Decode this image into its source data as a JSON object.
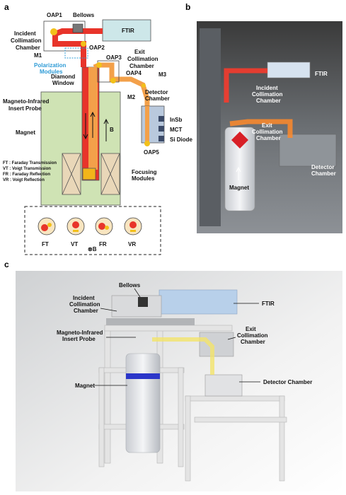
{
  "panels": {
    "a": "a",
    "b": "b",
    "c": "c"
  },
  "panel_a": {
    "oap1": "OAP1",
    "bellows": "Bellows",
    "ftir": "FTIR",
    "incident_l1": "Incident",
    "incident_l2": "Collimation",
    "incident_l3": "Chamber",
    "oap2": "OAP2",
    "m1": "M1",
    "polarization_l1": "Polarization",
    "polarization_l2": "Modules",
    "oap3": "OAP3",
    "exit_l1": "Exit",
    "exit_l2": "Collimation",
    "exit_l3": "Chamber",
    "diamond_l1": "Diamond",
    "diamond_l2": "Window",
    "oap4": "OAP4",
    "m3": "M3",
    "m2": "M2",
    "detector_l1": "Detector",
    "detector_l2": "Chamber",
    "probe_l1": "Magneto-Infrared",
    "probe_l2": "Insert Probe",
    "insb": "InSb",
    "mct": "MCT",
    "si_diode": "Si Diode",
    "b_field": "B",
    "magnet": "Magnet",
    "oap5": "OAP5",
    "legend": [
      "FT : Faraday Transmission",
      "VT : Voigt Transmission",
      "FR : Faraday Reflection",
      "VR : Voigt Reflection"
    ],
    "focusing_l1": "Focusing",
    "focusing_l2": "Modules",
    "modes": [
      "FT",
      "VT",
      "FR",
      "VR"
    ],
    "otimes_b": "⊗B"
  },
  "panel_b": {
    "ftir": "FTIR",
    "incident_l1": "Incident",
    "incident_l2": "Collimation",
    "incident_l3": "Chamber",
    "exit_l1": "Exit",
    "exit_l2": "Collimation",
    "exit_l3": "Chamber",
    "detector_l1": "Detector",
    "detector_l2": "Chamber",
    "magnet": "Magnet"
  },
  "panel_c": {
    "bellows": "Bellows",
    "incident_l1": "Incident",
    "incident_l2": "Collimation",
    "incident_l3": "Chamber",
    "ftir": "FTIR",
    "probe_l1": "Magneto-Infrared",
    "probe_l2": "Insert Probe",
    "exit_l1": "Exit",
    "exit_l2": "Collimation",
    "exit_l3": "Chamber",
    "magnet": "Magnet",
    "detector": "Detector Chamber"
  },
  "colors": {
    "beam_red": "#e8342a",
    "beam_orange": "#f3a04a",
    "magnet_green": "#cfe3b4",
    "ftir_teal": "#cde7e9",
    "detector_blue": "#b9c9dd",
    "polarization_blue": "#2e9bd6"
  }
}
